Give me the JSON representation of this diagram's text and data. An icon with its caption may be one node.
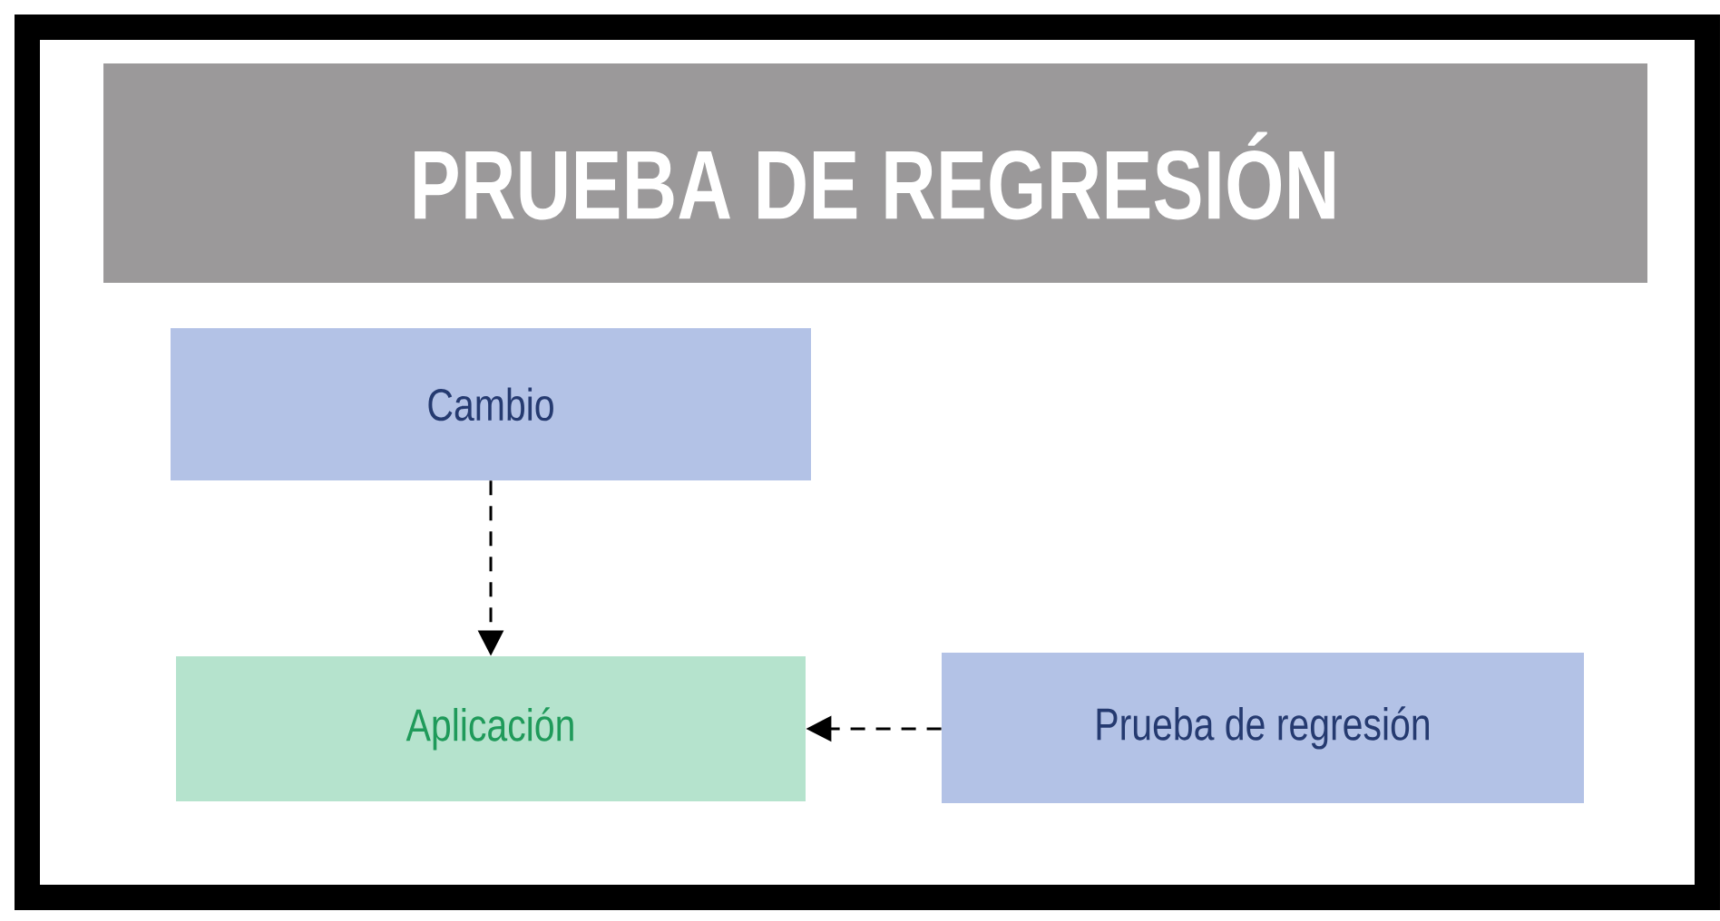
{
  "diagram": {
    "title": "PRUEBA DE REGRESIÓN",
    "nodes": [
      {
        "text": [
          "Cambio"
        ]
      },
      {
        "text": [
          "Aplicación"
        ]
      },
      {
        "text": [
          "Prueba de regresión"
        ]
      }
    ],
    "edges": [
      {
        "from": 0,
        "to": 1,
        "arrow": "to",
        "style": "dashed"
      },
      {
        "from": 2,
        "to": 1,
        "arrow": "to",
        "style": "dashed"
      }
    ]
  }
}
